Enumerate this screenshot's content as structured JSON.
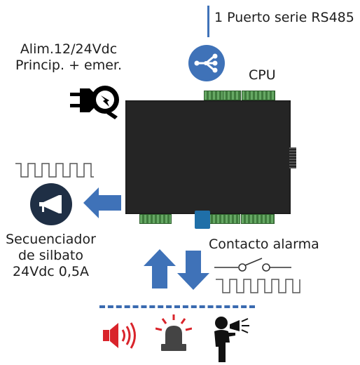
{
  "labels": {
    "serial_port": "1 Puerto serie RS485",
    "power_line1": "Alim.12/24Vdc",
    "power_line2": "Princip. + emer.",
    "cpu": "CPU",
    "sequencer_line1": "Secuenciador",
    "sequencer_line2": "de silbato",
    "sequencer_line3": "24Vdc 0,5A",
    "alarm_contact": "Contacto alarma"
  },
  "icons": {
    "network": "network-icon",
    "power": "power-plug-icon",
    "horn": "horn-icon",
    "speaker": "speaker-icon",
    "beacon": "beacon-icon",
    "operator": "operator-megaphone-icon"
  },
  "colors": {
    "blue_accent": "#3f72b8",
    "dark_navy": "#1f2f45",
    "red": "#d9242b",
    "cpu_body": "#252525",
    "terminal_green": "#4a8a48"
  }
}
